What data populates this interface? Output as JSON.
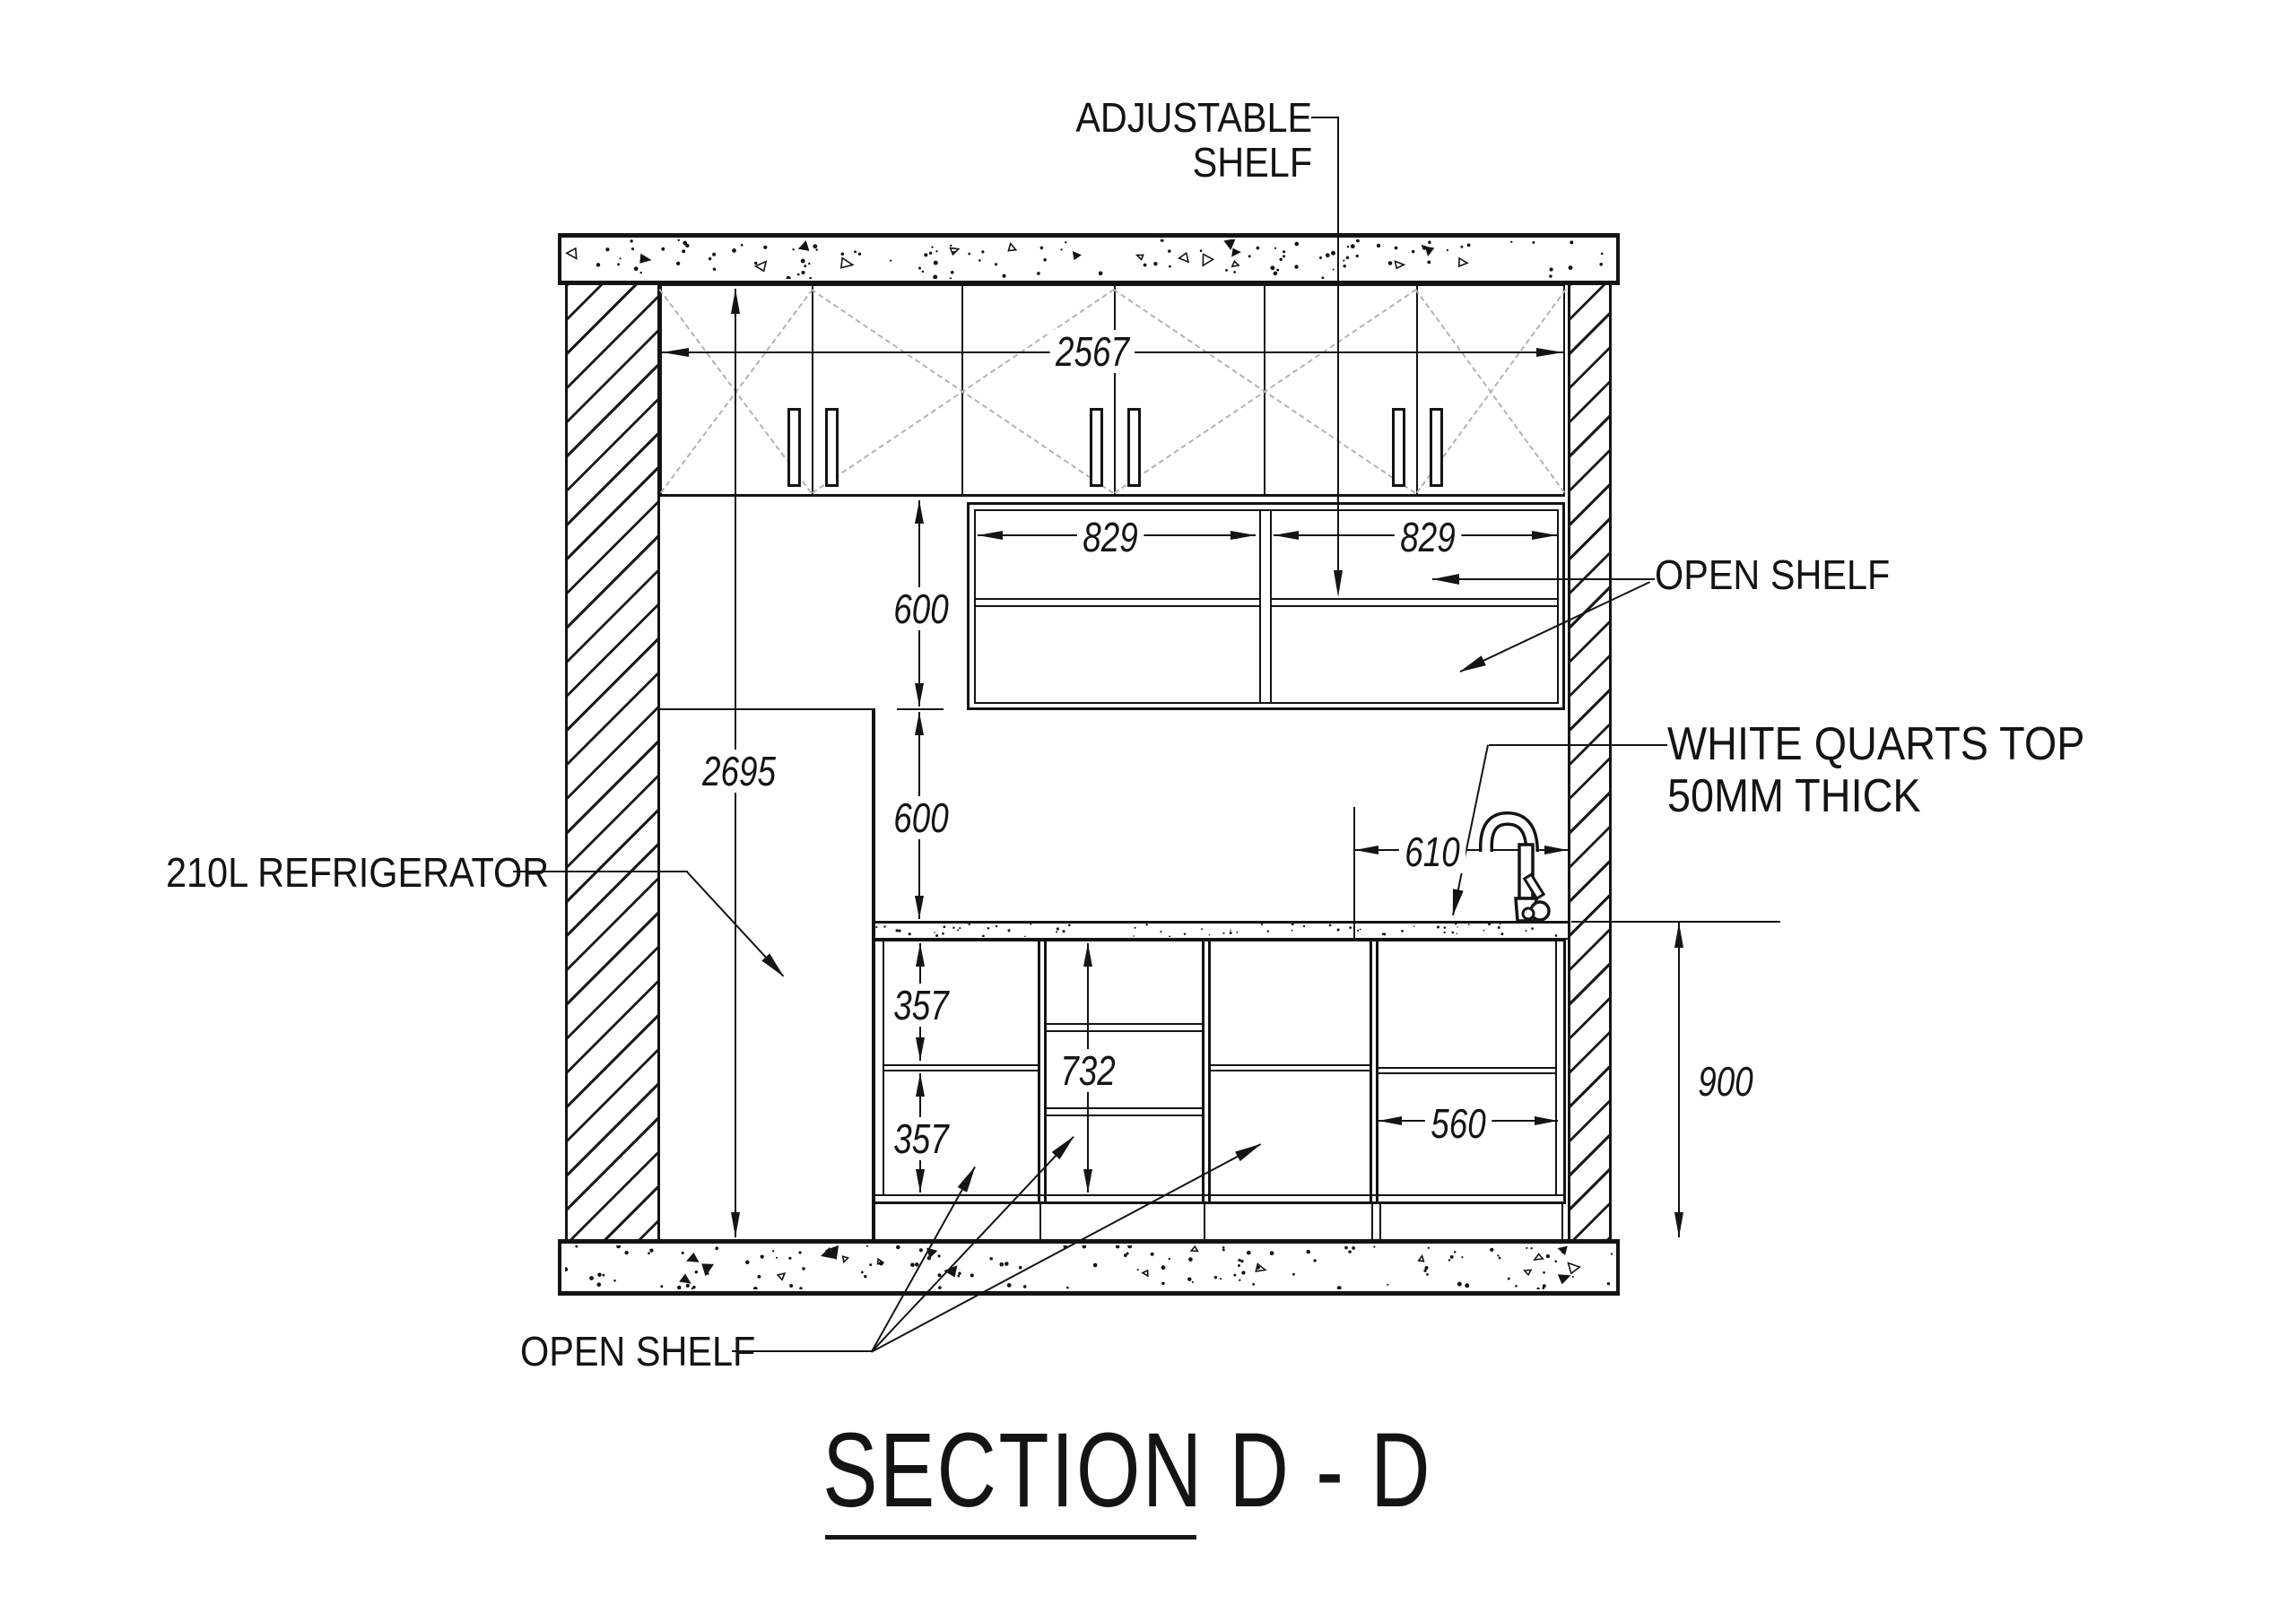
{
  "drawing": {
    "title": "SECTION  D - D",
    "labels": {
      "adjustable_shelf_line1": "ADJUSTABLE",
      "adjustable_shelf_line2": "SHELF",
      "open_shelf_upper": "OPEN SHELF",
      "quartz_top_line1": "WHITE QUARTS TOP",
      "quartz_top_line2": "50MM THICK",
      "refrigerator": "210L REFRIGERATOR",
      "open_shelf_lower": "OPEN SHELF"
    },
    "dimensions": {
      "overall_width": "2567",
      "wall_shelf_left_width": "829",
      "wall_shelf_right_width": "829",
      "upper_clearance": "600",
      "lower_clearance": "600",
      "tall_unit_height": "2695",
      "base_cell_upper": "357",
      "base_cell_lower": "357",
      "base_mid_section": "732",
      "sink_cabinet_width": "560",
      "faucet_offset": "610",
      "base_height": "900"
    },
    "line_color": "#141414"
  }
}
